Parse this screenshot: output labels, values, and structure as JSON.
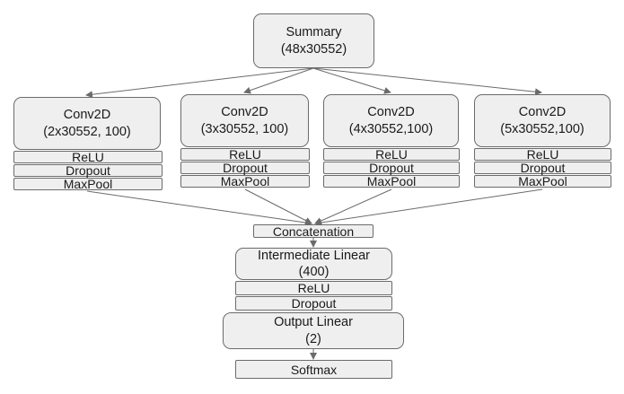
{
  "summary": {
    "title": "Summary",
    "shape": "(48x30552)"
  },
  "branches": [
    {
      "title": "Conv2D",
      "shape": "(2x30552, 100)",
      "relu": "ReLU",
      "dropout": "Dropout",
      "maxpool": "MaxPool"
    },
    {
      "title": "Conv2D",
      "shape": "(3x30552, 100)",
      "relu": "ReLU",
      "dropout": "Dropout",
      "maxpool": "MaxPool"
    },
    {
      "title": "Conv2D",
      "shape": "(4x30552,100)",
      "relu": "ReLU",
      "dropout": "Dropout",
      "maxpool": "MaxPool"
    },
    {
      "title": "Conv2D",
      "shape": "(5x30552,100)",
      "relu": "ReLU",
      "dropout": "Dropout",
      "maxpool": "MaxPool"
    }
  ],
  "concat": {
    "label": "Concatenation"
  },
  "intermediate": {
    "title": "Intermediate Linear",
    "size": "(400)",
    "relu": "ReLU",
    "dropout": "Dropout"
  },
  "output": {
    "title": "Output Linear",
    "size": "(2)"
  },
  "softmax": {
    "label": "Softmax"
  },
  "colors": {
    "box_fill": "#efefef",
    "box_border": "#6b6b6b",
    "arrow": "#6b6b6b"
  }
}
